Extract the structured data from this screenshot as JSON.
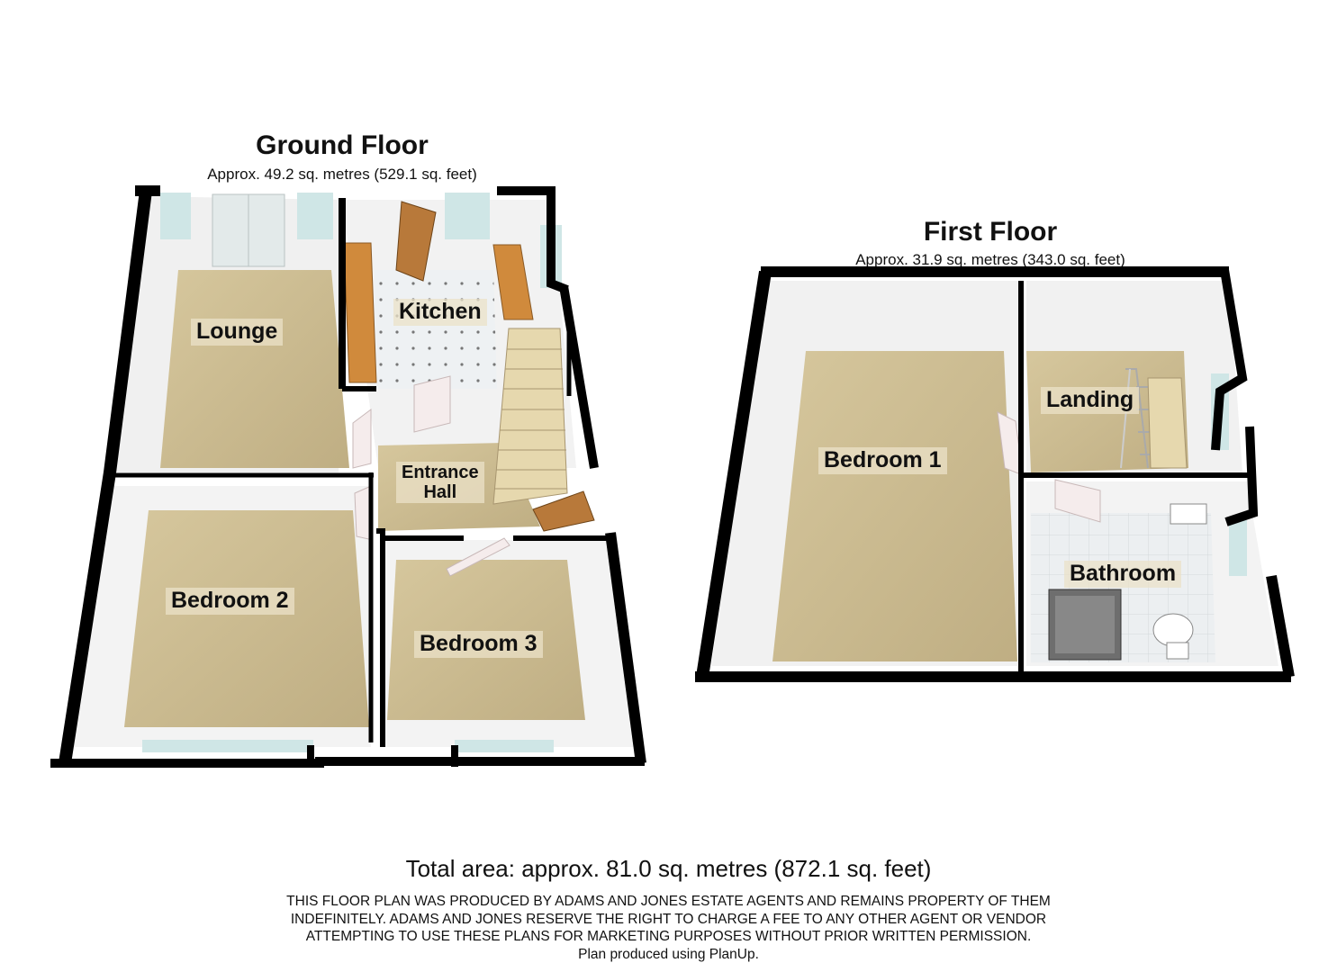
{
  "ground_floor": {
    "title": "Ground Floor",
    "area": "Approx. 49.2 sq. metres (529.1 sq. feet)",
    "rooms": {
      "lounge": "Lounge",
      "kitchen": "Kitchen",
      "entrance_hall_line1": "Entrance",
      "entrance_hall_line2": "Hall",
      "bedroom2": "Bedroom 2",
      "bedroom3": "Bedroom 3"
    }
  },
  "first_floor": {
    "title": "First Floor",
    "area": "Approx. 31.9 sq. metres (343.0 sq. feet)",
    "rooms": {
      "bedroom1": "Bedroom 1",
      "landing": "Landing",
      "bathroom": "Bathroom"
    }
  },
  "total_area": "Total area: approx. 81.0 sq. metres (872.1 sq. feet)",
  "disclaimer": [
    "THIS FLOOR PLAN WAS PRODUCED BY ADAMS AND JONES ESTATE AGENTS AND REMAINS PROPERTY OF THEM",
    "INDEFINITELY. ADAMS AND JONES RESERVE THE RIGHT TO CHARGE A FEE TO ANY OTHER AGENT OR VENDOR",
    "ATTEMPTING TO USE THESE PLANS FOR MARKETING PURPOSES WITHOUT PRIOR WRITTEN PERMISSION.",
    "Plan produced using PlanUp."
  ],
  "colors": {
    "carpet": "#c9b98f",
    "wall": "#000000",
    "wall_face": "#f2f2f2",
    "window": "#cfe6e6",
    "door": "#b8793a",
    "worktop": "#d08a3c",
    "tile": "#e9edf0"
  }
}
